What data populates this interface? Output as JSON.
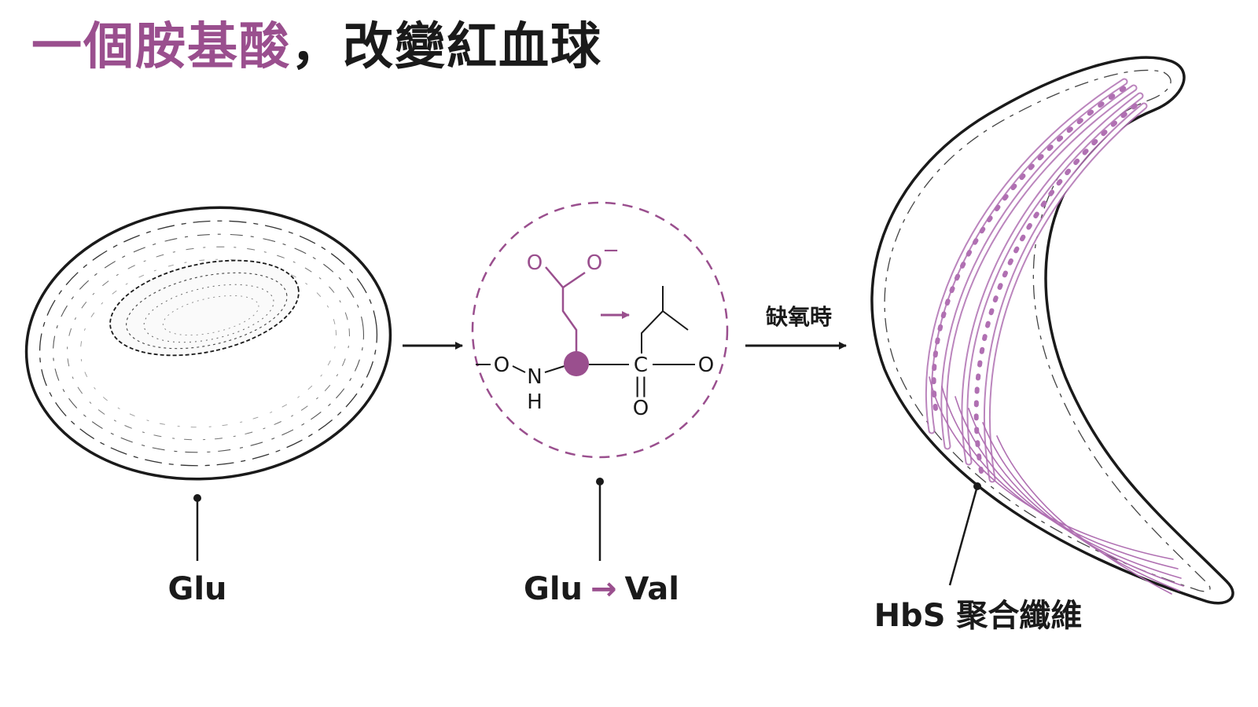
{
  "title": {
    "accent": "一個胺基酸",
    "rest": "，改變紅血球"
  },
  "colors": {
    "accent": "#9a4f8e",
    "ink": "#1a1a1a",
    "fiber": "#b070b2"
  },
  "labels": {
    "normal_cell": "Glu",
    "mutation_from": "Glu",
    "mutation_arrow": "→",
    "mutation_to": "Val",
    "condition": "缺氧時",
    "sickle_cell": "HbS 聚合纖維"
  },
  "molecule": {
    "top_o_left": "O",
    "top_o_right": "O",
    "charge": "−",
    "change_arrow": "→",
    "left_o": "O",
    "n": "N",
    "h": "H",
    "c": "C",
    "right_o": "O",
    "bottom_o": "O",
    "double_bond": "||"
  },
  "icons": [
    "right-arrow-icon",
    "right-arrow-icon"
  ]
}
